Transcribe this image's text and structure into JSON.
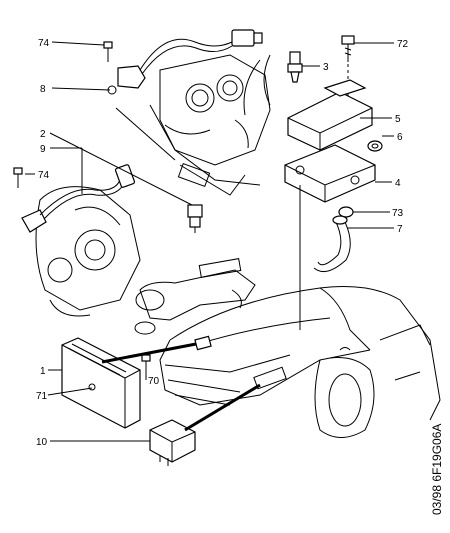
{
  "callouts": {
    "c74a": "74",
    "c8": "8",
    "c2": "2",
    "c9": "9",
    "c74b": "74",
    "c1": "1",
    "c71": "71",
    "c70": "70",
    "c10": "10",
    "c3": "3",
    "c72": "72",
    "c5": "5",
    "c6": "6",
    "c4": "4",
    "c73": "73",
    "c7": "7"
  },
  "reference": "03/98 6F19G06A"
}
